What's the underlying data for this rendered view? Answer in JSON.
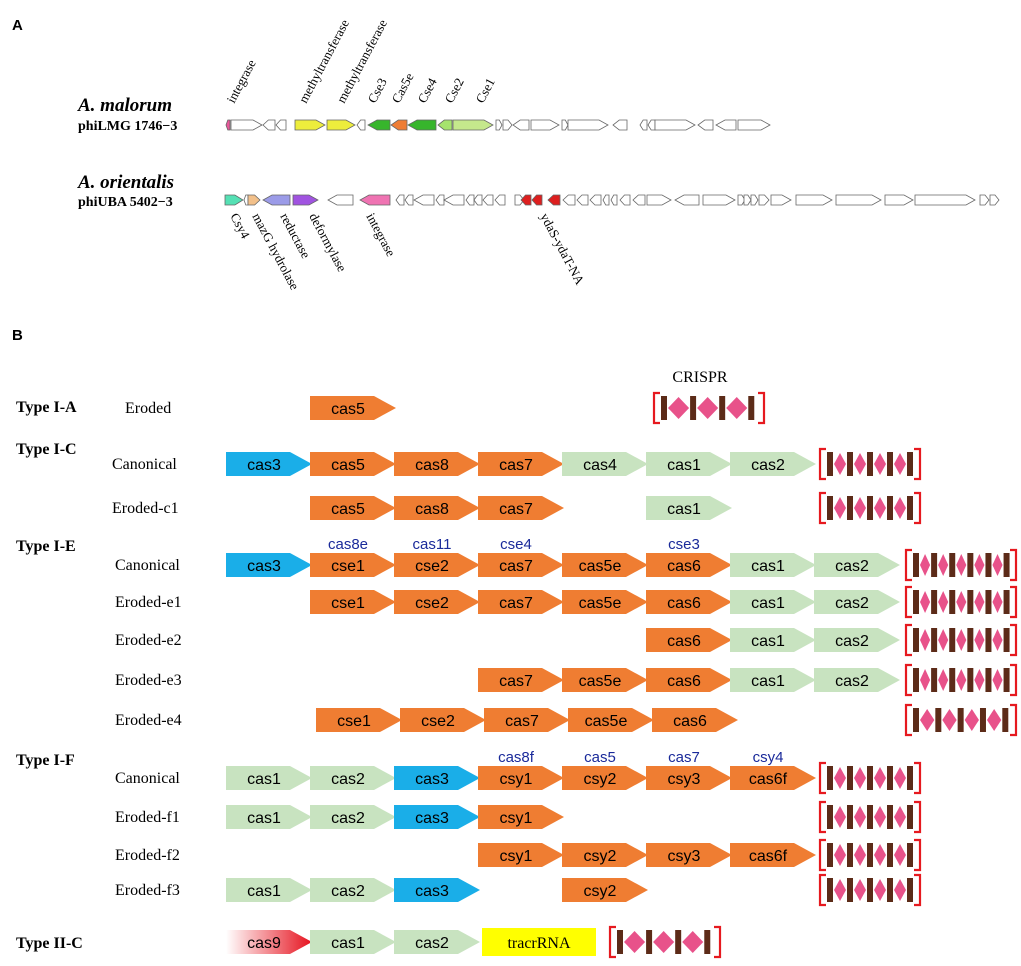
{
  "panels": {
    "a": "A",
    "b": "B"
  },
  "panel_a": {
    "phages": [
      {
        "species": "A. malorum",
        "strain": "phiLMG 1746−3"
      },
      {
        "species": "A. orientalis",
        "strain": "phiUBA 5402−3"
      }
    ],
    "labels": {
      "top": [
        "integrase",
        "methyltransferase",
        "methyltransferase",
        "Cse3",
        "Cas5e",
        "Cse4",
        "Cse2",
        "Cse1"
      ],
      "bottom": [
        "Csy4",
        "mazG hydrolase",
        "reductase",
        "deformylase",
        "integrase",
        "ydaS-ydaT-NA"
      ]
    },
    "colors": {
      "integrase": "#e8589a",
      "methyltransferase": "#eded3c",
      "cse3": "#37b52c",
      "cas5e": "#ef7d35",
      "cse4": "#37b52c",
      "cse2": "#a6e36d",
      "cse1": "#c5e88c",
      "csy4": "#55e0b4",
      "mazG": "#f2c08a",
      "reductase": "#9b9be8",
      "deformylase": "#a053e0",
      "integrase2": "#ef73b2",
      "ydas": "#dd1f1f",
      "blank": "#ffffff"
    }
  },
  "panel_b": {
    "crispr_label": "CRISPR",
    "colors": {
      "orange": "#ef7d32",
      "green": "#c8e3c0",
      "blue": "#1aaee8",
      "red": "#e8323e",
      "yellow": "#ffff00",
      "subtext": "#1a2a9a",
      "bracket": "#e6191f",
      "bar": "#5c2b18",
      "diamond": "#e8528a"
    },
    "types": [
      {
        "label": "Type I-A"
      },
      {
        "label": "Type I-C"
      },
      {
        "label": "Type I-E"
      },
      {
        "label": "Type I-F"
      },
      {
        "label": "Type II-C"
      }
    ],
    "rows": [
      {
        "name": "Eroded",
        "genes": [
          {
            "t": "cas5",
            "c": "orange"
          }
        ]
      },
      {
        "name": "Canonical",
        "genes": [
          {
            "t": "cas3",
            "c": "blue"
          },
          {
            "t": "cas5",
            "c": "orange"
          },
          {
            "t": "cas8",
            "c": "orange"
          },
          {
            "t": "cas7",
            "c": "orange"
          },
          {
            "t": "cas4",
            "c": "green"
          },
          {
            "t": "cas1",
            "c": "green"
          },
          {
            "t": "cas2",
            "c": "green"
          }
        ]
      },
      {
        "name": "Eroded-c1",
        "genes": [
          {
            "t": "cas5",
            "c": "orange"
          },
          {
            "t": "cas8",
            "c": "orange"
          },
          {
            "t": "cas7",
            "c": "orange"
          },
          {
            "t": "cas1",
            "c": "green"
          }
        ]
      },
      {
        "name": "Canonical",
        "genes": [
          {
            "t": "cas3",
            "c": "blue"
          },
          {
            "t": "cse1",
            "c": "orange",
            "sub": "cas8e"
          },
          {
            "t": "cse2",
            "c": "orange",
            "sub": "cas11"
          },
          {
            "t": "cas7",
            "c": "orange",
            "sub": "cse4"
          },
          {
            "t": "cas5e",
            "c": "orange"
          },
          {
            "t": "cas6",
            "c": "orange",
            "sub": "cse3"
          },
          {
            "t": "cas1",
            "c": "green"
          },
          {
            "t": "cas2",
            "c": "green"
          }
        ]
      },
      {
        "name": "Eroded-e1",
        "genes": [
          {
            "t": "cse1",
            "c": "orange"
          },
          {
            "t": "cse2",
            "c": "orange"
          },
          {
            "t": "cas7",
            "c": "orange"
          },
          {
            "t": "cas5e",
            "c": "orange"
          },
          {
            "t": "cas6",
            "c": "orange"
          },
          {
            "t": "cas1",
            "c": "green"
          },
          {
            "t": "cas2",
            "c": "green"
          }
        ]
      },
      {
        "name": "Eroded-e2",
        "genes": [
          {
            "t": "cas6",
            "c": "orange"
          },
          {
            "t": "cas1",
            "c": "green"
          },
          {
            "t": "cas2",
            "c": "green"
          }
        ]
      },
      {
        "name": "Eroded-e3",
        "genes": [
          {
            "t": "cas7",
            "c": "orange"
          },
          {
            "t": "cas5e",
            "c": "orange"
          },
          {
            "t": "cas6",
            "c": "orange"
          },
          {
            "t": "cas1",
            "c": "green"
          },
          {
            "t": "cas2",
            "c": "green"
          }
        ]
      },
      {
        "name": "Eroded-e4",
        "genes": [
          {
            "t": "cse1",
            "c": "orange"
          },
          {
            "t": "cse2",
            "c": "orange"
          },
          {
            "t": "cas7",
            "c": "orange"
          },
          {
            "t": "cas5e",
            "c": "orange"
          },
          {
            "t": "cas6",
            "c": "orange"
          }
        ]
      },
      {
        "name": "Canonical",
        "genes": [
          {
            "t": "cas1",
            "c": "green"
          },
          {
            "t": "cas2",
            "c": "green"
          },
          {
            "t": "cas3",
            "c": "blue"
          },
          {
            "t": "csy1",
            "c": "orange",
            "sub": "cas8f"
          },
          {
            "t": "csy2",
            "c": "orange",
            "sub": "cas5"
          },
          {
            "t": "csy3",
            "c": "orange",
            "sub": "cas7"
          },
          {
            "t": "cas6f",
            "c": "orange",
            "sub": "csy4"
          }
        ]
      },
      {
        "name": "Eroded-f1",
        "genes": [
          {
            "t": "cas1",
            "c": "green"
          },
          {
            "t": "cas2",
            "c": "green"
          },
          {
            "t": "cas3",
            "c": "blue"
          },
          {
            "t": "csy1",
            "c": "orange"
          }
        ]
      },
      {
        "name": "Eroded-f2",
        "genes": [
          {
            "t": "csy1",
            "c": "orange"
          },
          {
            "t": "csy2",
            "c": "orange"
          },
          {
            "t": "csy3",
            "c": "orange"
          },
          {
            "t": "cas6f",
            "c": "orange"
          }
        ]
      },
      {
        "name": "Eroded-f3",
        "genes": [
          {
            "t": "cas1",
            "c": "green"
          },
          {
            "t": "cas2",
            "c": "green"
          },
          {
            "t": "cas3",
            "c": "blue"
          },
          {
            "t": "csy2",
            "c": "orange"
          }
        ]
      },
      {
        "name": "",
        "genes": [
          {
            "t": "cas9",
            "c": "red"
          },
          {
            "t": "cas1",
            "c": "green"
          },
          {
            "t": "cas2",
            "c": "green"
          },
          {
            "t": "tracrRNA",
            "c": "yellow"
          }
        ]
      }
    ]
  }
}
